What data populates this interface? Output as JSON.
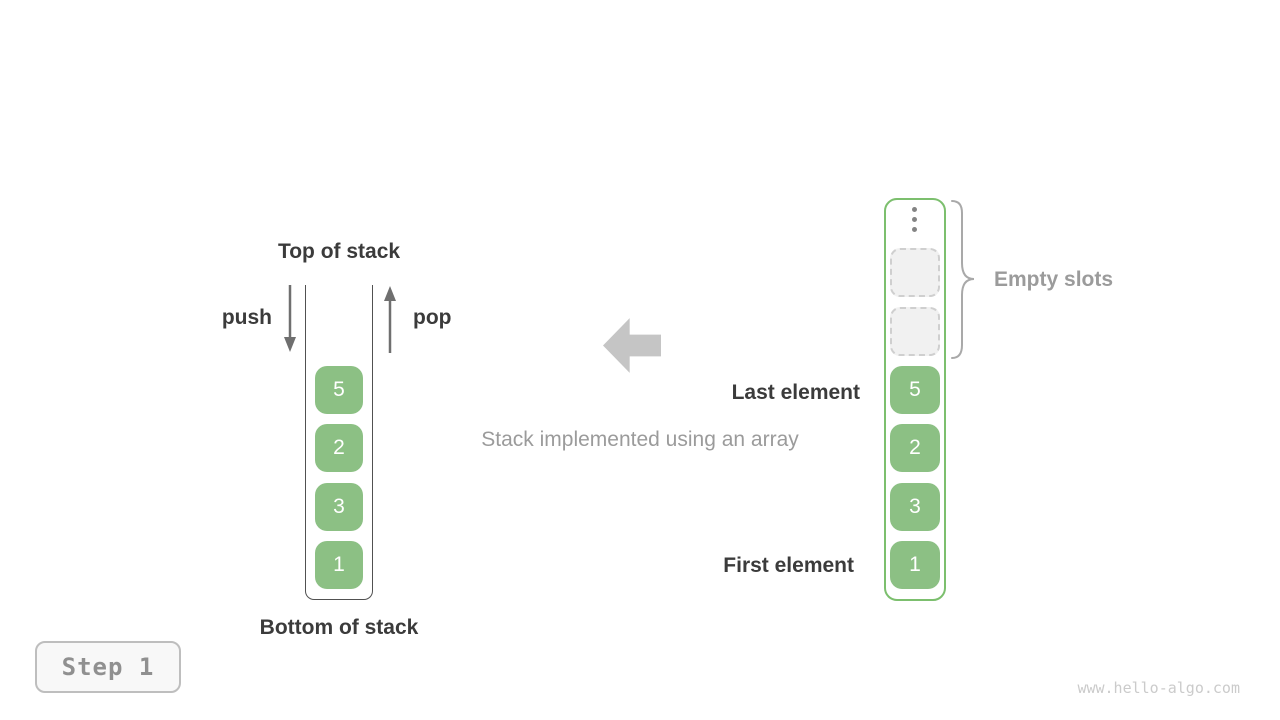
{
  "colors": {
    "box_green": "#8cc084",
    "array_border_green": "#7cbf6e",
    "dark_text": "#3b3b3b",
    "gray_text": "#9b9b9b",
    "big_arrow_gray": "#c5c5c5",
    "empty_slot_fill": "#f1f1f1"
  },
  "stack_panel": {
    "top_label": "Top of stack",
    "bottom_label": "Bottom of stack",
    "push_label": "push",
    "pop_label": "pop",
    "values": [
      "5",
      "2",
      "3",
      "1"
    ]
  },
  "caption": "Stack implemented using an array",
  "array_panel": {
    "values": [
      "5",
      "2",
      "3",
      "1"
    ],
    "empty_slot_count": 2,
    "empty_slots_label": "Empty slots",
    "last_element_label": "Last element",
    "first_element_label": "First element",
    "ellipsis_icon": "vertical-ellipsis"
  },
  "footer": {
    "step_label": "Step 1",
    "watermark": "www.hello-algo.com"
  }
}
